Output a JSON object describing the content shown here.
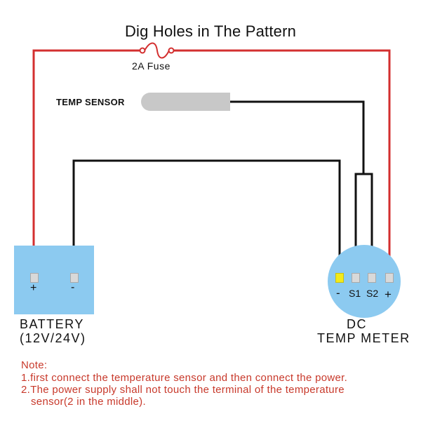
{
  "title": "Dig Holes in The Pattern",
  "fuse": {
    "label": "2A Fuse"
  },
  "sensor": {
    "label": "TEMP SENSOR"
  },
  "battery": {
    "title": "BATTERY",
    "voltage": "(12V/24V)",
    "positive_symbol": "+",
    "negative_symbol": "-"
  },
  "meter": {
    "title_line1": "DC",
    "title_line2": "TEMP METER",
    "terminals": {
      "negative": "-",
      "s1": "S1",
      "s2": "S2",
      "positive": "+"
    }
  },
  "note": {
    "heading": "Note:",
    "line1": "1.first connect the temperature sensor and then connect the power.",
    "line2": "2.The power supply shall not touch the terminal of the temperature",
    "line3": "sensor(2 in the middle)."
  },
  "colors": {
    "wire_positive": "#d32f2f",
    "wire_negative": "#111111",
    "battery_fill": "#8ccaf0",
    "meter_fill": "#8ccaf0",
    "sensor_probe": "#c8c8c8",
    "negative_terminal_marker": "#f2ea1a",
    "note_text": "#c8392b"
  }
}
